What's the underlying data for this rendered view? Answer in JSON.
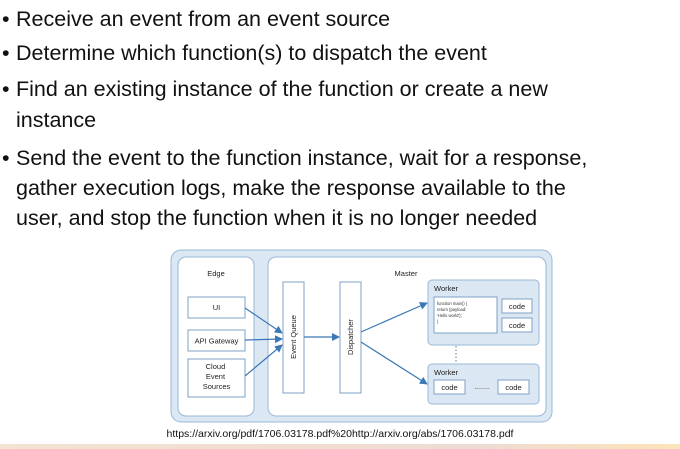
{
  "bullets": [
    {
      "lines": [
        "Receive an event from an event source"
      ]
    },
    {
      "lines": [
        "Determine which function(s) to dispatch the event"
      ]
    },
    {
      "lines": [
        "Find an existing instance of the function or create a new",
        "instance"
      ]
    },
    {
      "lines": [
        "Send the event to the function instance, wait for a response,",
        "gather execution logs, make the response available to the",
        "user, and stop the function when it is no longer needed"
      ]
    }
  ],
  "diagram": {
    "edge_label": "Edge",
    "master_label": "Master",
    "ui_label": "UI",
    "api_gateway_label": "API Gateway",
    "cloud_event_sources_lines": [
      "Cloud",
      "Event",
      "Sources"
    ],
    "event_queue_label": "Event Queue",
    "dispatcher_label": "Dispatcher",
    "worker_top_label": "Worker",
    "worker_bottom_label": "Worker",
    "code_lines": [
      "function main() {",
      "  return {payload:",
      "'Hello world'};",
      "}"
    ],
    "code_label": "code",
    "ellipsis": "........"
  },
  "caption": "https://arxiv.org/pdf/1706.03178.pdf%20http://arxiv.org/abs/1706.03178.pdf"
}
